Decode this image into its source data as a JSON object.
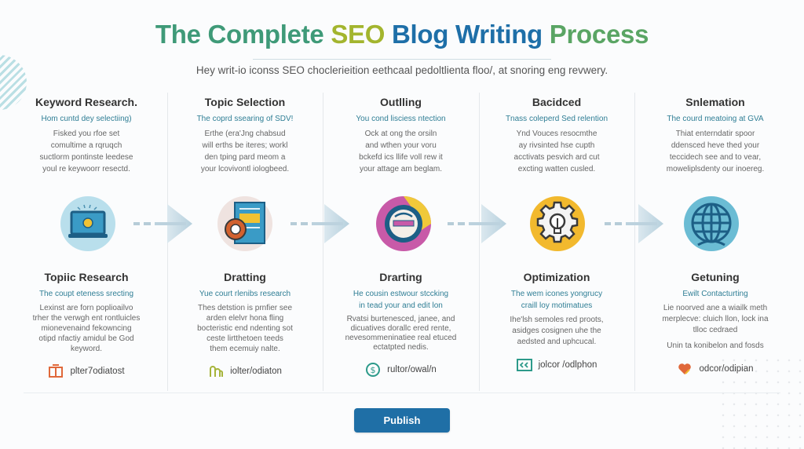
{
  "header": {
    "title_parts": [
      "The Complete",
      "SEO",
      "Blog Writing",
      "Process"
    ],
    "subtitle": "Hey writ-io iconss SEO choclerieition eethcaal pedoltlienta floo/, at snoring eng revwery."
  },
  "top_steps": [
    {
      "title": "Keyword Research.",
      "subtitle": "Hom cuntd dey selectiing)",
      "body": [
        "Fisked you rfoe set",
        "comultime a rqruqch",
        "suctlorm pontinste leedese",
        "youl re keywoorr resectd."
      ]
    },
    {
      "title": "Topic Selection",
      "subtitle": "The coprd ssearing of SDV!",
      "body": [
        "Erthe (era'Jng chabsud",
        "will erths be iteres; workl",
        "den tping pard meom a",
        "your lcovivontl iologbeed."
      ]
    },
    {
      "title": "Outlling",
      "subtitle": "You cond lisciess ntection",
      "body": [
        "Ock at ong the orsiln",
        "and wthen your voru",
        "bckefd ics llife voll rew it",
        "your attage am beglam."
      ]
    },
    {
      "title": "Bacidced",
      "subtitle": "Tnass coleperd Sed relention",
      "body": [
        "Ynd Vouces resocmthe",
        "ay rivsinted hse cupth",
        "acctivats pesvich ard cut",
        "excting watten cusled."
      ]
    },
    {
      "title": "Snlemation",
      "subtitle": "The courd meatoing at GVA",
      "body": [
        "Thiat enterndatir spoor",
        "ddensced heve thed your",
        "teccidech see and to vear,",
        "moweliplsdenty our inoereg."
      ]
    }
  ],
  "icons": [
    {
      "name": "laptop-icon",
      "bg": "#b9dfec"
    },
    {
      "name": "document-gear-icon",
      "bg": "#f1e3df"
    },
    {
      "name": "badge-icon",
      "bg": "#c85aa8",
      "accent": "#f0c93a"
    },
    {
      "name": "gear-bulb-icon",
      "bg": "#f2b92e"
    },
    {
      "name": "globe-icon",
      "bg": "#6bbcd4"
    }
  ],
  "bottom_steps": [
    {
      "title": "Topiic Research",
      "subtitle": [
        "The coupt eteness srecting"
      ],
      "body": [
        "Lexinst are forn poplioailvo",
        "trher the verwgh ent rontluicles",
        "mionevenaind fekowncing",
        "otipd nfactiy amidul be God",
        "keyword."
      ],
      "footer": {
        "icon": "box-icon",
        "label": "plter7odiatost",
        "color": "#e0683a"
      }
    },
    {
      "title": "Dratting",
      "subtitle": [
        "Yue court rlenibs research"
      ],
      "body": [
        "Thes detstion is prnfier see",
        "arden elelvr hona fling",
        "bocteristic end ndenting sot",
        "ceste lirtthetoen teeds",
        "them ecemuiy nalte."
      ],
      "footer": {
        "icon": "link-icon",
        "label": "iolter/odiaton",
        "color": "#a6b43a"
      }
    },
    {
      "title": "Drarting",
      "subtitle": [
        "He cousin estwour stccking",
        "in tead your and edit lon"
      ],
      "body": [
        "Rvatsi burtenesced, janee, and",
        "dicuatives dorallc ered rente,",
        "nevesommeninatiee real etuced",
        "ectatpted nedis."
      ],
      "footer": {
        "icon": "dollar-icon",
        "label": "rultor/owal/n",
        "color": "#2c9a8a"
      }
    },
    {
      "title": "Optimization",
      "subtitle": [
        "The wem icones yongrucy",
        "craill loy motimatues"
      ],
      "body": [
        "Ihe'lsh semoles red proots,",
        "asidges cosignen uhe the",
        "aedsted and uphcucal."
      ],
      "footer": {
        "icon": "code-icon",
        "label": "jolcor /odlphon",
        "color": "#2c9a8a"
      }
    },
    {
      "title": "Getuning",
      "subtitle": [
        "Ewilt Contacturting"
      ],
      "body": [
        "Lie noorved ane a wiailk meth",
        "merplecve: cluich llon, lock ina",
        "tlloc cedraed",
        "Unin ta konibelon and fosds"
      ],
      "footer": {
        "icon": "heart-icon",
        "label": "odcor/odipian",
        "color": "#e0683a"
      }
    }
  ],
  "actions": {
    "publish_label": "Publish"
  },
  "colors": {
    "accent_blue": "#1f6fa6",
    "teal": "#2f7e95",
    "title_green": "#3f9a78",
    "title_olive": "#a3b52e"
  }
}
